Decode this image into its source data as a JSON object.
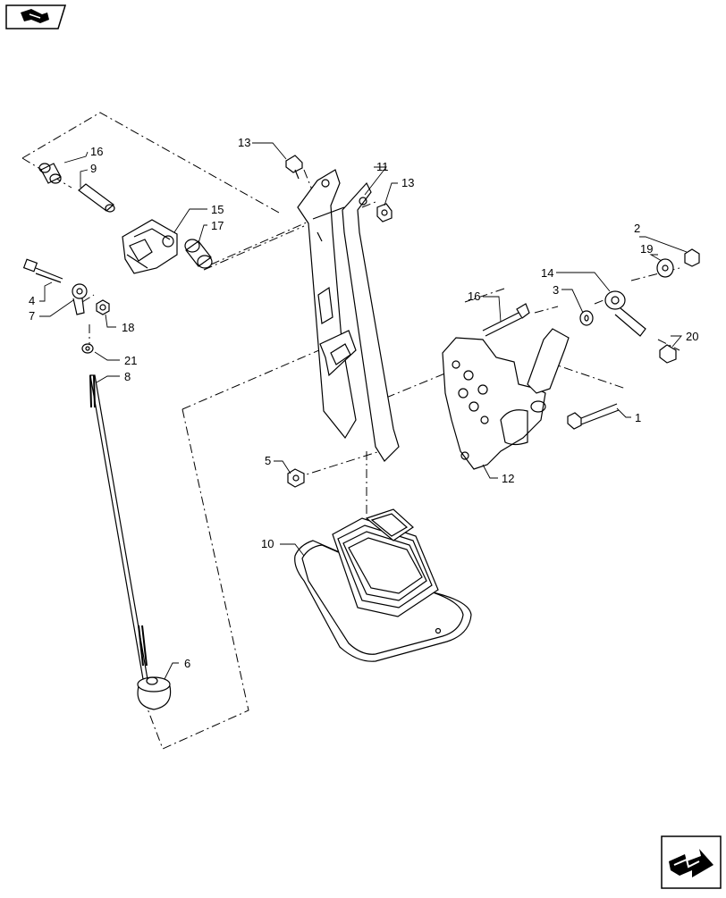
{
  "diagram": {
    "callouts": [
      {
        "id": "c1",
        "label": "1"
      },
      {
        "id": "c2",
        "label": "2"
      },
      {
        "id": "c3",
        "label": "3"
      },
      {
        "id": "c4",
        "label": "4"
      },
      {
        "id": "c5",
        "label": "5"
      },
      {
        "id": "c6",
        "label": "6"
      },
      {
        "id": "c7",
        "label": "7"
      },
      {
        "id": "c8",
        "label": "8"
      },
      {
        "id": "c9",
        "label": "9"
      },
      {
        "id": "c10",
        "label": "10"
      },
      {
        "id": "c11",
        "label": "11"
      },
      {
        "id": "c12",
        "label": "12"
      },
      {
        "id": "c13a",
        "label": "13"
      },
      {
        "id": "c13b",
        "label": "13"
      },
      {
        "id": "c14",
        "label": "14"
      },
      {
        "id": "c15",
        "label": "15"
      },
      {
        "id": "c16a",
        "label": "16"
      },
      {
        "id": "c16b",
        "label": "16"
      },
      {
        "id": "c17",
        "label": "17"
      },
      {
        "id": "c18",
        "label": "18"
      },
      {
        "id": "c19",
        "label": "19"
      },
      {
        "id": "c20",
        "label": "20"
      },
      {
        "id": "c21",
        "label": "21"
      }
    ]
  },
  "navigation": {
    "prev_icon": "previous-page-arrow-icon",
    "next_icon": "next-page-arrow-icon"
  }
}
